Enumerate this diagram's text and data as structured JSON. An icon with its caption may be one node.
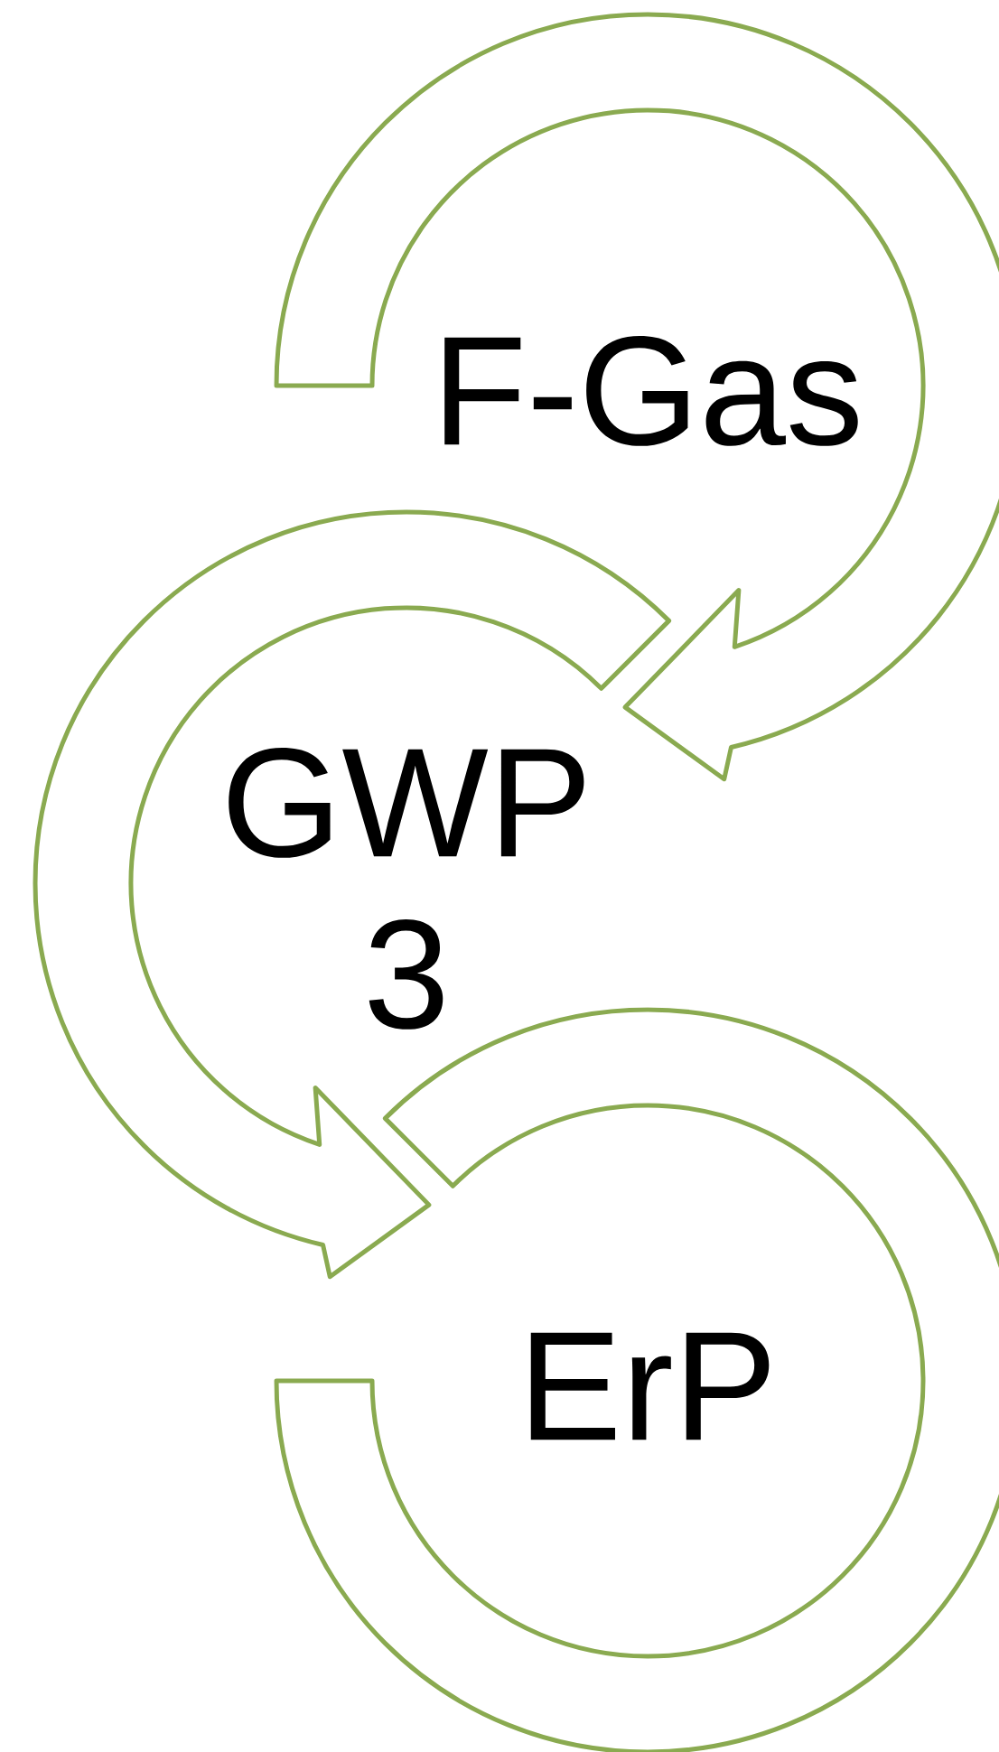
{
  "diagram": {
    "nodes": [
      {
        "text": [
          "F-Gas"
        ]
      },
      {
        "text": [
          "GWP 3"
        ]
      },
      {
        "text": [
          "ErP"
        ]
      }
    ],
    "edges": [
      {
        "from": 0,
        "to": 1,
        "arrow": "to"
      },
      {
        "from": 1,
        "to": 2,
        "arrow": "to"
      }
    ]
  }
}
